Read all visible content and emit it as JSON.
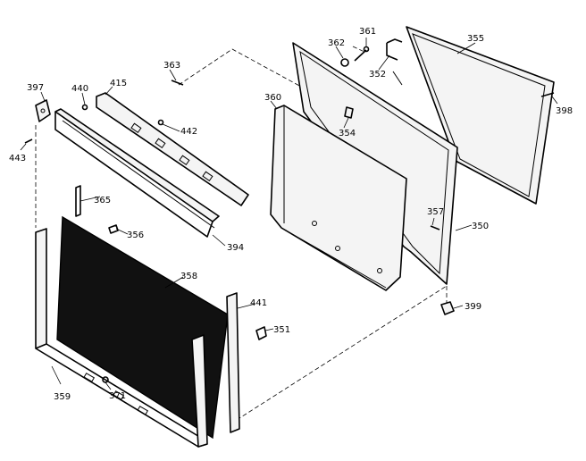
{
  "diagram": {
    "callouts": [
      {
        "id": "p397",
        "label": "397"
      },
      {
        "id": "p440",
        "label": "440"
      },
      {
        "id": "p415",
        "label": "415"
      },
      {
        "id": "p363",
        "label": "363"
      },
      {
        "id": "p442",
        "label": "442"
      },
      {
        "id": "p443",
        "label": "443"
      },
      {
        "id": "p365",
        "label": "365"
      },
      {
        "id": "p356",
        "label": "356"
      },
      {
        "id": "p394",
        "label": "394"
      },
      {
        "id": "p358",
        "label": "358"
      },
      {
        "id": "p441",
        "label": "441"
      },
      {
        "id": "p351",
        "label": "351"
      },
      {
        "id": "p359",
        "label": "359"
      },
      {
        "id": "p371",
        "label": "371"
      },
      {
        "id": "p362",
        "label": "362"
      },
      {
        "id": "p361",
        "label": "361"
      },
      {
        "id": "p352",
        "label": "352"
      },
      {
        "id": "p355",
        "label": "355"
      },
      {
        "id": "p398",
        "label": "398"
      },
      {
        "id": "p360",
        "label": "360"
      },
      {
        "id": "p354",
        "label": "354"
      },
      {
        "id": "p357",
        "label": "357"
      },
      {
        "id": "p350",
        "label": "350"
      },
      {
        "id": "p399",
        "label": "399"
      }
    ]
  }
}
